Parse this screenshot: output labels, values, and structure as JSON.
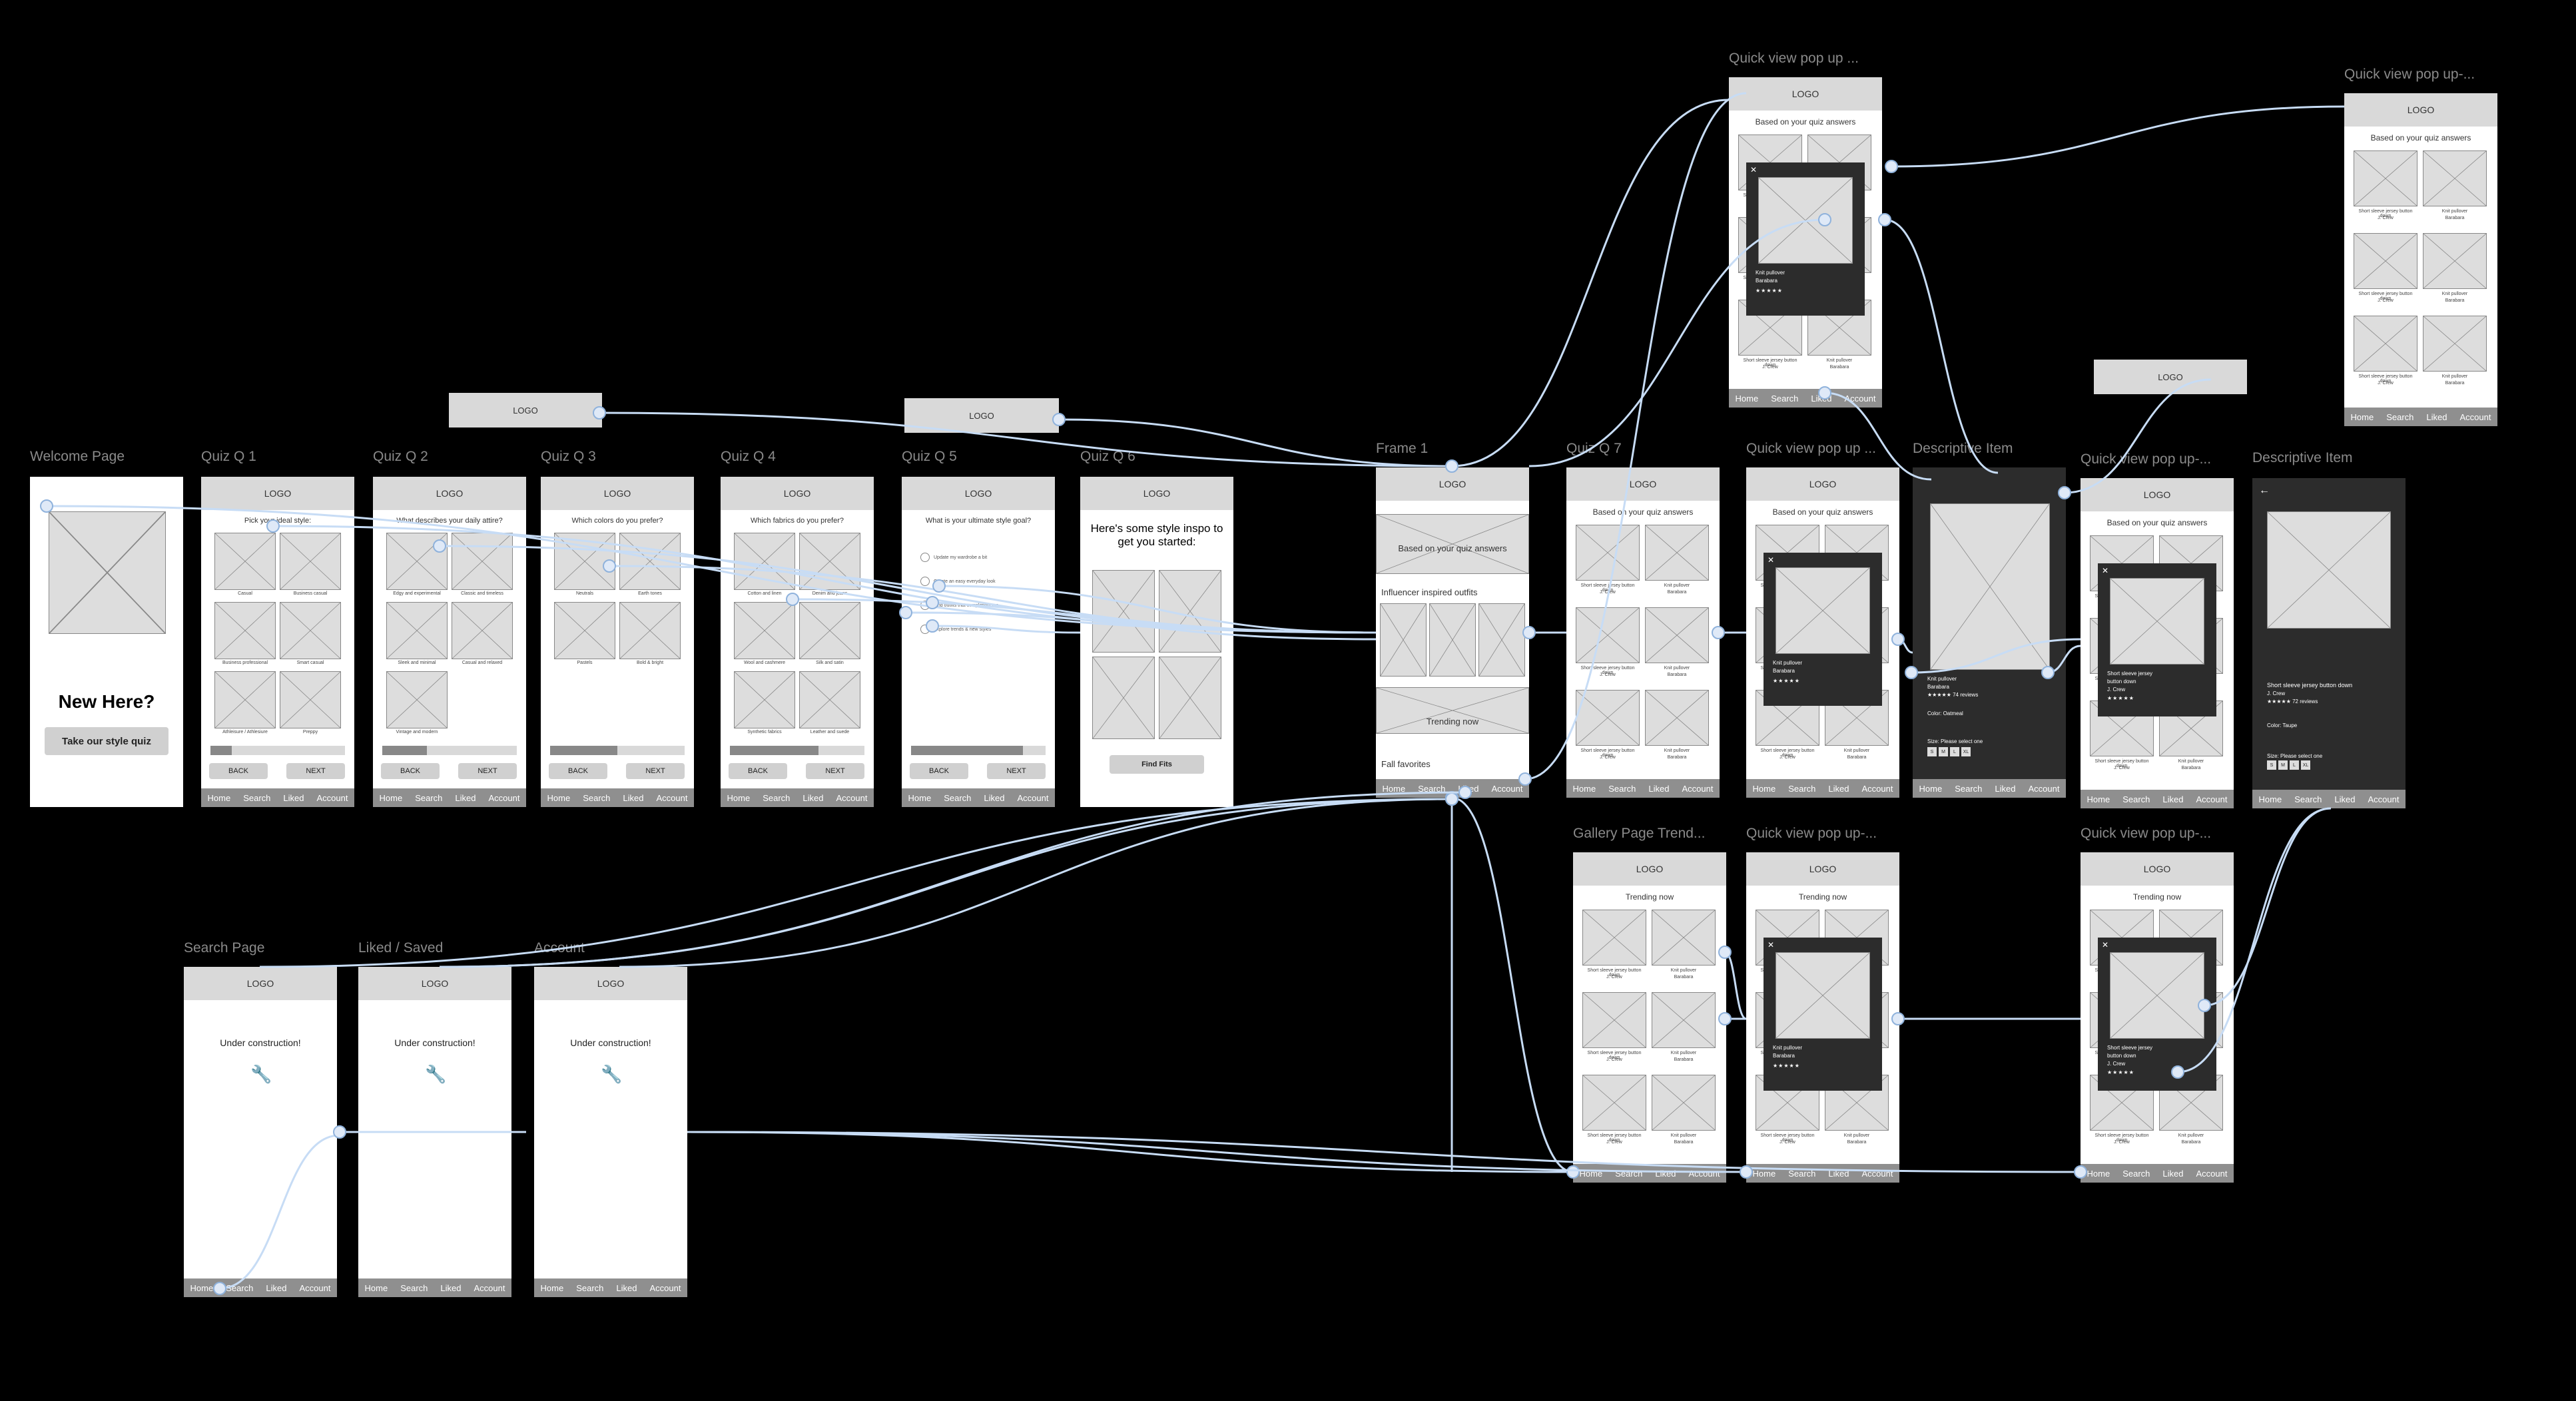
{
  "colors": {
    "wire": "#c7dcf5",
    "frame_bg": "#ffffff",
    "dark_frame": "#2c2c2c",
    "header": "#d9d9d9",
    "nav": "#8f8f8f",
    "placeholder": "#dddddd"
  },
  "common": {
    "logo": "LOGO",
    "back": "BACK",
    "next": "NEXT",
    "nav": [
      "Home",
      "Search",
      "Liked",
      "Account"
    ]
  },
  "labels": {
    "welcome": "Welcome Page",
    "q1": "Quiz Q 1",
    "q2": "Quiz Q 2",
    "q3": "Quiz Q 3",
    "q4": "Quiz Q 4",
    "q5": "Quiz Q 5",
    "q6": "Quiz Q 6",
    "frame": "Frame 1",
    "q7": "Quiz Q 7",
    "qv1": "Quick view pop up ...",
    "desc1": "Descriptive Item",
    "qv2": "Quick view pop up-...",
    "desc2": "Descriptive Item",
    "qvtop": "Quick view pop up ...",
    "qvfar": "Quick view pop up-...",
    "gallery": "Gallery Page Trend...",
    "qv3": "Quick view pop up-...",
    "qv4": "Quick view pop up-...",
    "search": "Search Page",
    "liked": "Liked / Saved",
    "account": "Account"
  },
  "welcome": {
    "title": "New Here?",
    "cta": "Take our style quiz"
  },
  "q1": {
    "question": "Pick your ideal style:",
    "options": [
      "Casual",
      "Business casual",
      "Business professional",
      "Smart casual",
      "Athleisure / Athlesiure",
      "Preppy"
    ]
  },
  "q2": {
    "question": "What describes your daily attire?",
    "options": [
      "Edgy and experimental",
      "Classic and timeless",
      "Sleek and minimal",
      "Casual and relaxed",
      "Vintage and modern"
    ]
  },
  "q3": {
    "question": "Which colors do you prefer?",
    "options": [
      "Neutrals",
      "Earth tones",
      "Pastels",
      "Bold & bright"
    ]
  },
  "q4": {
    "question": "Which fabrics do you prefer?",
    "options": [
      "Cotton and linen",
      "Denim and jeans",
      "Wool and cashmere",
      "Silk and satin",
      "Synthetic fabrics",
      "Leather and suede"
    ]
  },
  "q5": {
    "question": "What is your ultimate style goal?",
    "options": [
      "Update my wardrobe a bit",
      "Create an easy everyday look",
      "Find outfits that compliment me",
      "Explore trends & new styles"
    ]
  },
  "q6": {
    "title": "Here's some style inspo to get you started:",
    "cta": "Find Fits"
  },
  "home": {
    "quiz": "Based on your quiz answers",
    "influencer": "Influencer inspired outfits",
    "trending": "Trending now",
    "fall": "Fall favorites"
  },
  "q7": {
    "title": "Based on your quiz answers"
  },
  "grid": {
    "a": "Short sleeve jersey button down",
    "a2": "J. Crew",
    "b": "Knit pullover",
    "b2": "Barabara"
  },
  "popup": {
    "t1": "Knit pullover",
    "t2": "Barabara",
    "s1": "Short sleeve jersey",
    "s2": "button down",
    "s3": "J. Crew",
    "stars": "★★★★★"
  },
  "desc1": {
    "name": "Knit pullover",
    "brand": "Barabara",
    "reviews": "★★★★★ 74 reviews",
    "color": "Color: Oatmeal",
    "size": "Size: Please select one"
  },
  "desc2": {
    "name": "Short sleeve jersey button down",
    "brand": "J. Crew",
    "reviews": "★★★★★ 72 reviews",
    "color": "Color: Taupe",
    "size": "Size: Please select one"
  },
  "sizes": [
    "S",
    "M",
    "L",
    "XL"
  ],
  "gallery": {
    "title": "Trending now"
  },
  "construction": "Under construction!",
  "wrench": "🔧"
}
